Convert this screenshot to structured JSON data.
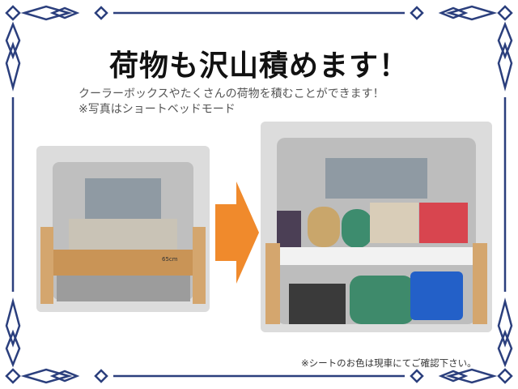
{
  "title": "荷物も沢山積めます！",
  "subtitle_lines": [
    "クーラーボックスやたくさんの荷物を積むことができます！",
    "※写真はショートベッドモード"
  ],
  "left_photo": {
    "label": "65cm"
  },
  "caption": "※シートのお色は現車にてご確認下さい。",
  "colors": {
    "border": "#2b3f7d",
    "arrow": "#f08a2c"
  }
}
